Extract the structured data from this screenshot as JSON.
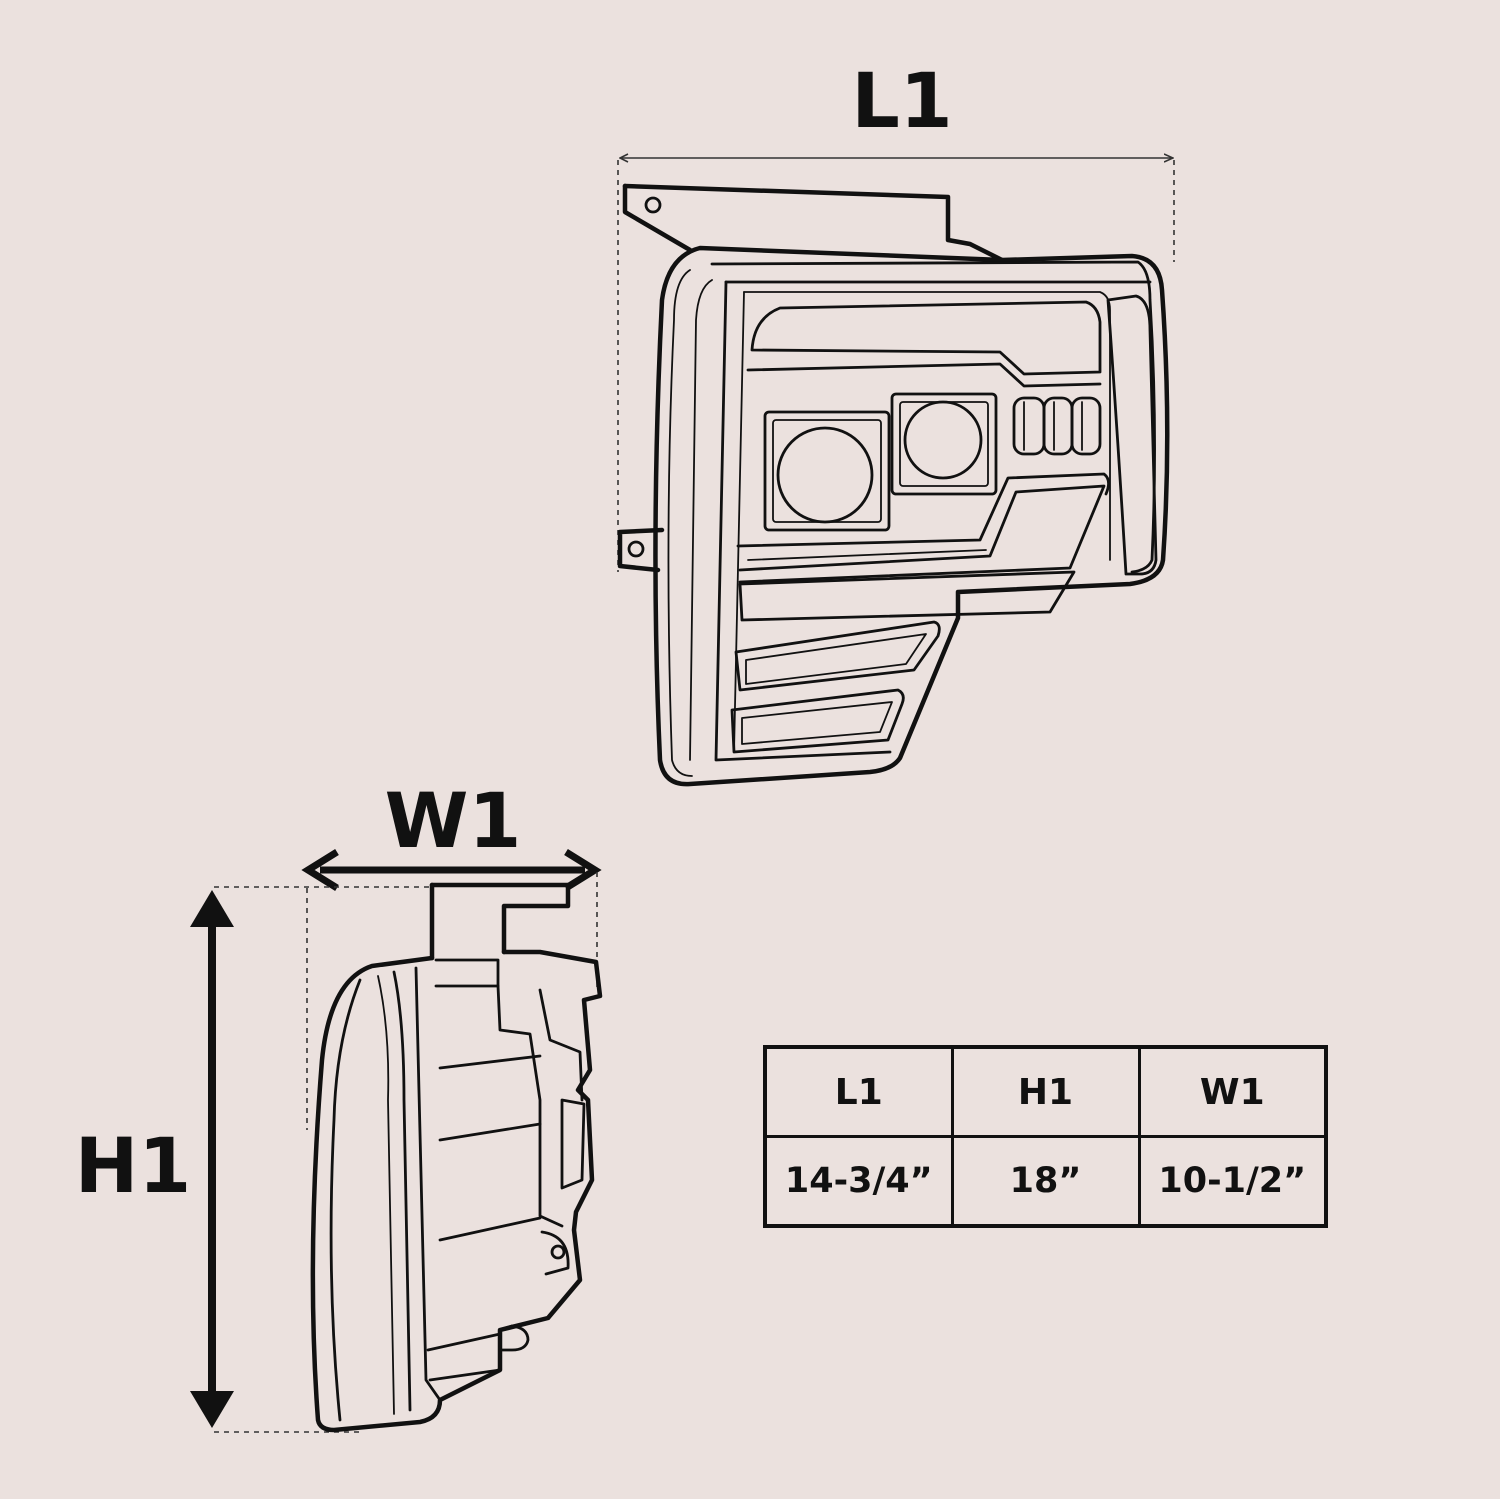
{
  "dimensions": {
    "length_label": "L1",
    "width_label": "W1",
    "height_label": "H1"
  },
  "spec_table": {
    "headers": [
      "L1",
      "H1",
      "W1"
    ],
    "values": [
      "14-3/4”",
      "18”",
      "10-1/2”"
    ]
  }
}
